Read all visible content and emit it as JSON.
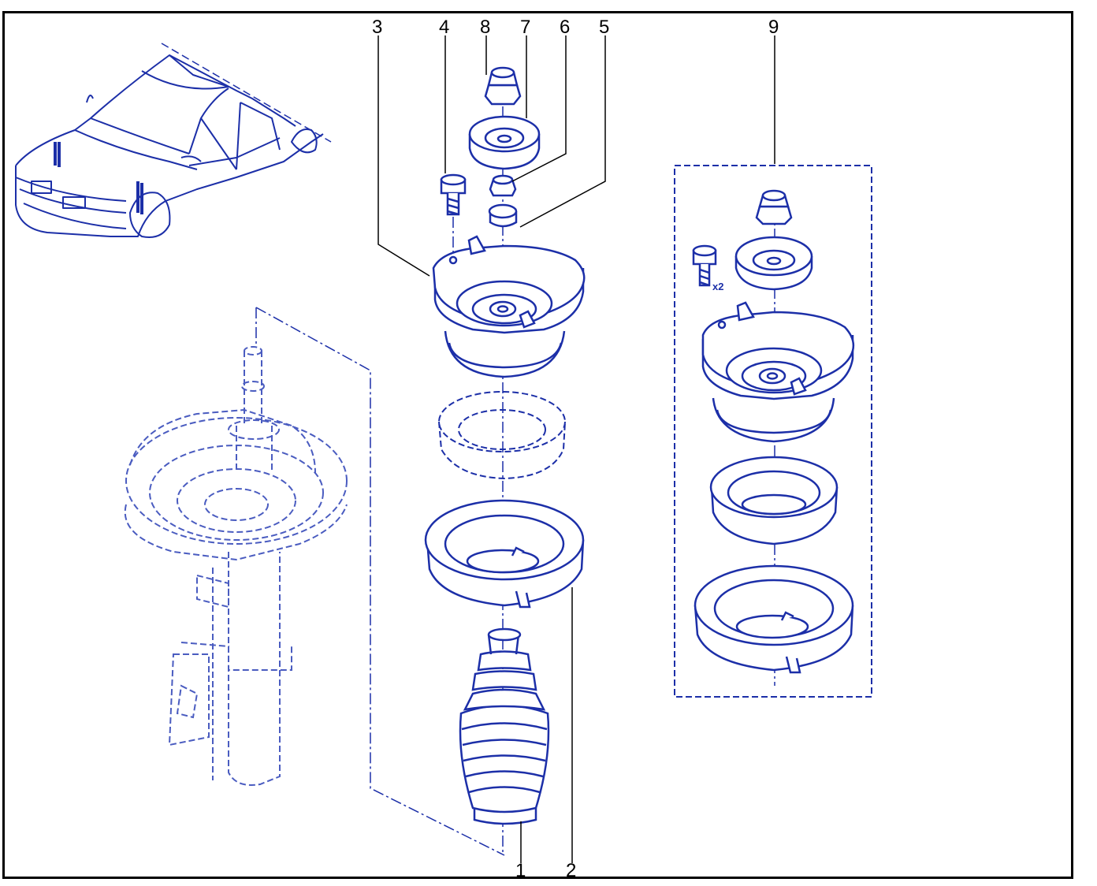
{
  "colors": {
    "line": "#1c2fa8",
    "light": "#4a5cc0",
    "ghost": "#6f7fcf",
    "frame": "#000000",
    "callout": "#000000"
  },
  "callouts": [
    "1",
    "2",
    "3",
    "4",
    "5",
    "6",
    "7",
    "8",
    "9"
  ],
  "kit_quantity": "x2"
}
